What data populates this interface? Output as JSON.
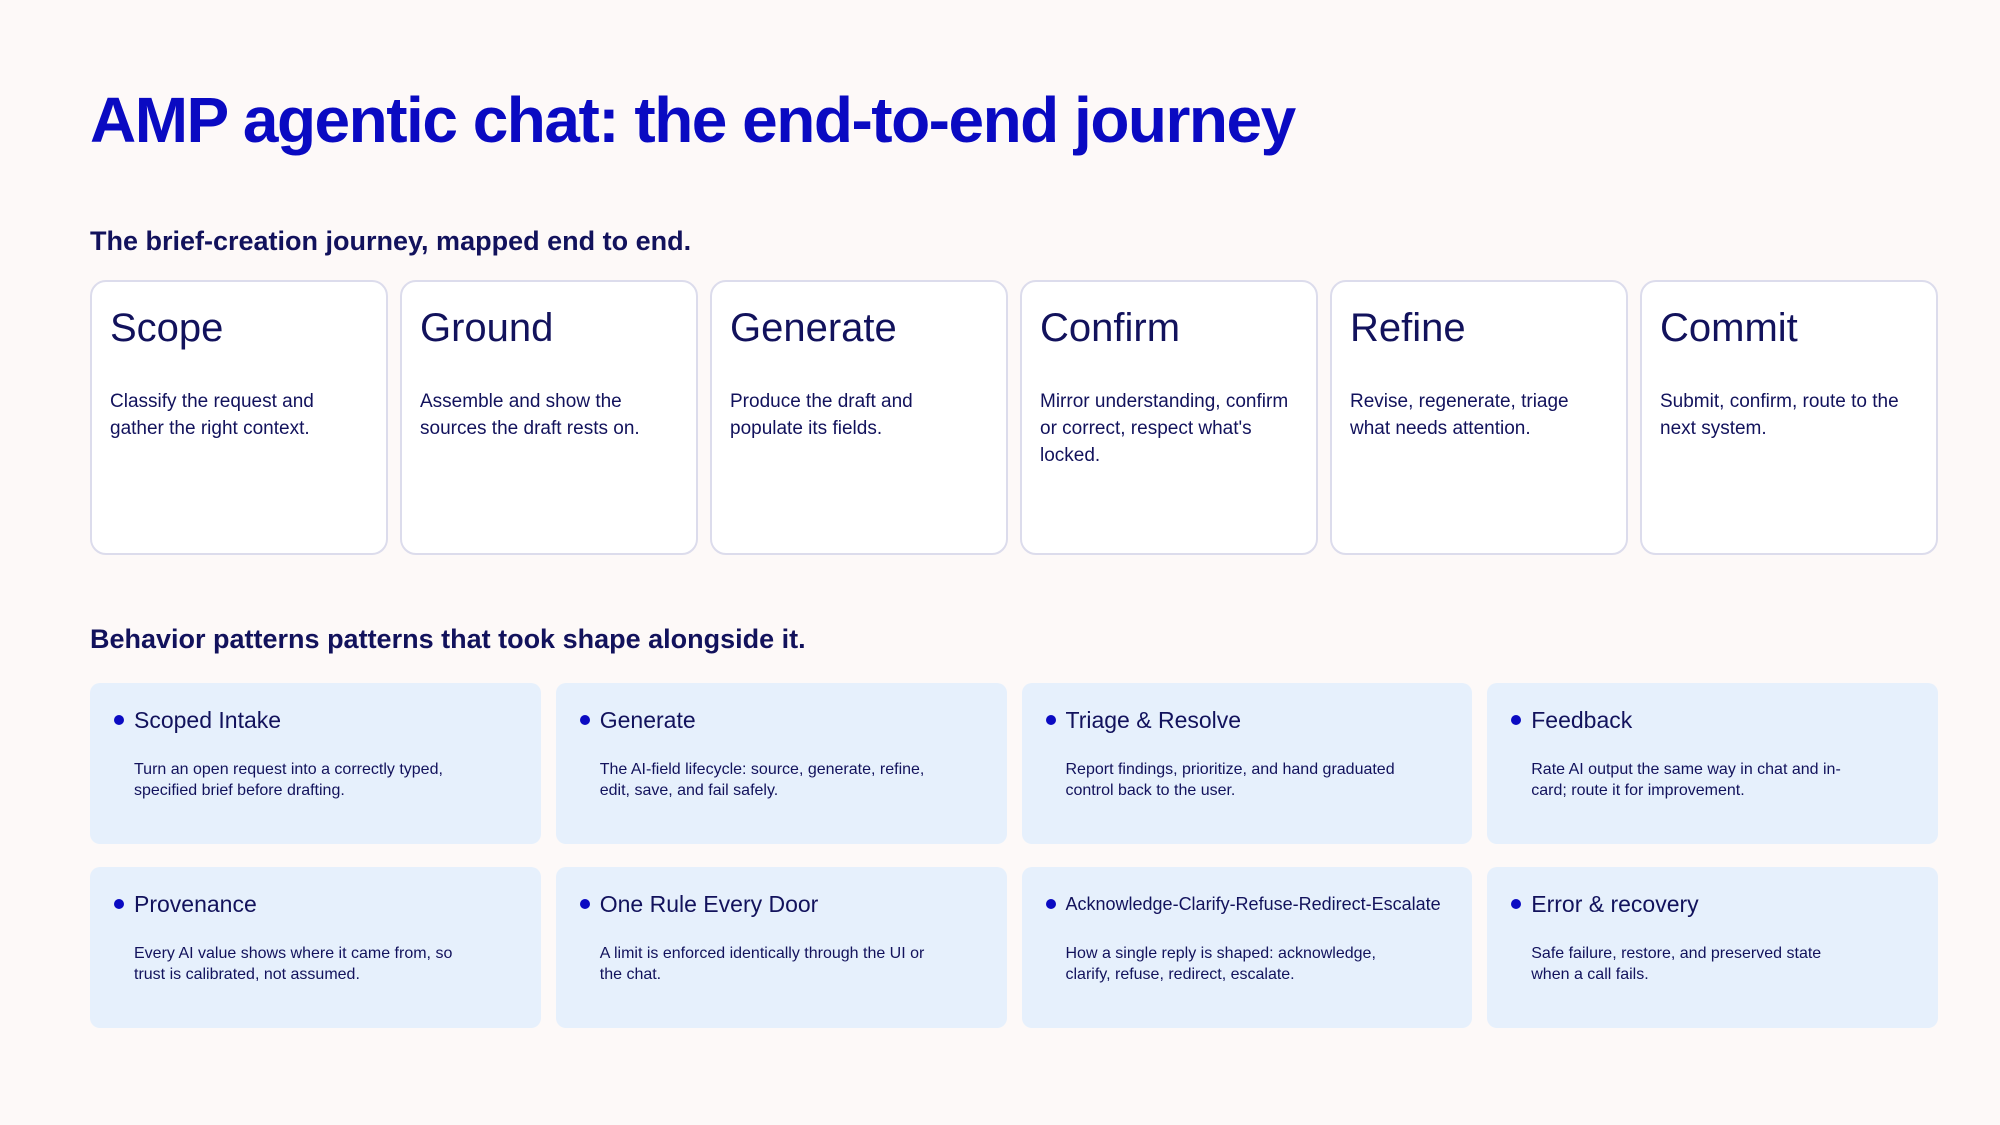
{
  "title": "AMP agentic chat: the end-to-end journey",
  "journey": {
    "heading": "The brief-creation journey, mapped end to end.",
    "stages": [
      {
        "title": "Scope",
        "desc": "Classify the request and gather the right context."
      },
      {
        "title": "Ground",
        "desc": "Assemble and show the sources the draft rests on."
      },
      {
        "title": "Generate",
        "desc": "Produce the draft and populate its fields."
      },
      {
        "title": "Confirm",
        "desc": "Mirror understanding, confirm or correct, respect what's locked."
      },
      {
        "title": "Refine",
        "desc": "Revise, regenerate, triage what needs attention."
      },
      {
        "title": "Commit",
        "desc": "Submit, confirm, route to the next system."
      }
    ]
  },
  "patterns": {
    "heading": "Behavior patterns patterns that took shape alongside it.",
    "items": [
      {
        "title": "Scoped Intake",
        "desc": "Turn an open request into a correctly typed, specified brief before drafting."
      },
      {
        "title": "Generate",
        "desc": "The AI-field lifecycle: source, generate, refine, edit, save, and fail safely."
      },
      {
        "title": "Triage & Resolve",
        "desc": "Report findings, prioritize, and hand graduated control back to the user."
      },
      {
        "title": "Feedback",
        "desc": "Rate AI output the same way in chat and in-card; route it for improvement."
      },
      {
        "title": "Provenance",
        "desc": "Every AI value shows where it came from, so trust is calibrated, not assumed."
      },
      {
        "title": "One Rule Every Door",
        "desc": "A limit is enforced identically through the UI or the chat."
      },
      {
        "title": "Acknowledge-Clarify-Refuse-Redirect-Escalate",
        "desc": "How a single reply is shaped: acknowledge, clarify, refuse, redirect, escalate."
      },
      {
        "title": "Error & recovery",
        "desc": "Safe failure, restore, and preserved state when a call fails."
      }
    ]
  },
  "colors": {
    "accent": "#0a0ac2",
    "text": "#12125c",
    "background": "#fdf9f8",
    "stage_card": "#ffffff",
    "pattern_card": "#e6f0fc"
  }
}
